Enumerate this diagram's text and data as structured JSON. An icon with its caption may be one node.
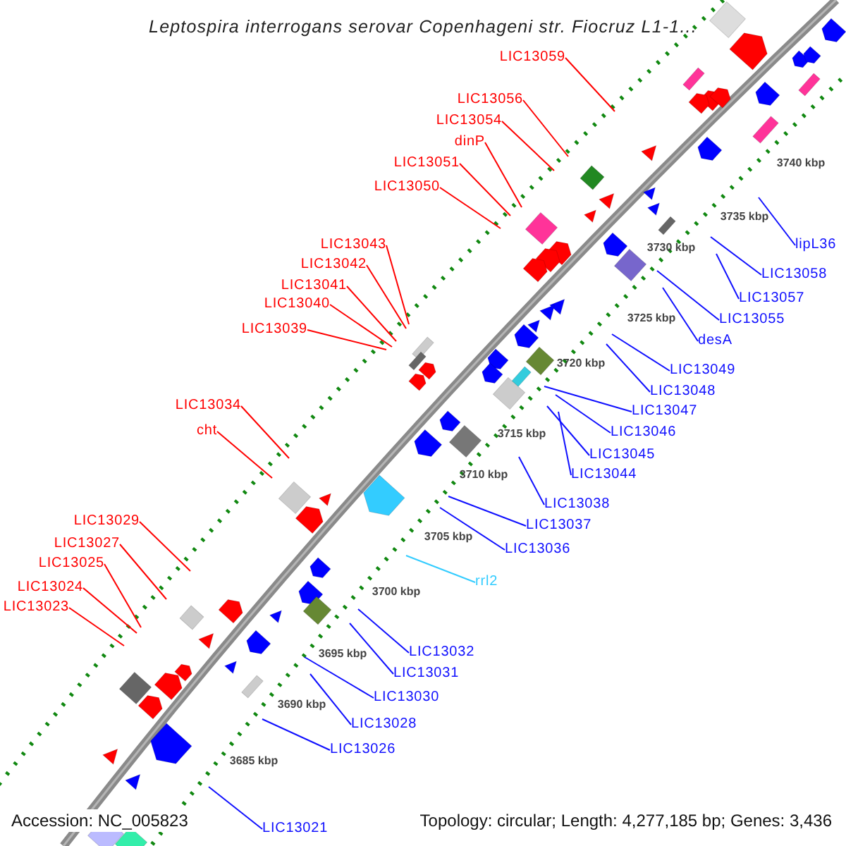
{
  "diagram": {
    "title": "Leptospira interrogans serovar Copenhageni str. Fiocruz L1-1...",
    "nodes": [
      {
        "text": [
          "LIC13059"
        ]
      },
      {
        "text": [
          "LIC13056"
        ]
      },
      {
        "text": [
          "LIC13054"
        ]
      },
      {
        "text": [
          "dinP"
        ]
      },
      {
        "text": [
          "LIC13051"
        ]
      },
      {
        "text": [
          "LIC13050"
        ]
      },
      {
        "text": [
          "LIC13043"
        ]
      },
      {
        "text": [
          "lipL36"
        ]
      },
      {
        "text": [
          "LIC13042"
        ]
      },
      {
        "text": [
          "LIC13058"
        ]
      },
      {
        "text": [
          "LIC13041"
        ]
      },
      {
        "text": [
          "LIC13057"
        ]
      },
      {
        "text": [
          "LIC13040"
        ]
      },
      {
        "text": [
          "LIC13055"
        ]
      },
      {
        "text": [
          "LIC13039"
        ]
      },
      {
        "text": [
          "desA"
        ]
      },
      {
        "text": [
          "LIC13049"
        ]
      },
      {
        "text": [
          "LIC13048"
        ]
      },
      {
        "text": [
          "LIC13034"
        ]
      },
      {
        "text": [
          "LIC13047"
        ]
      },
      {
        "text": [
          "cht"
        ]
      },
      {
        "text": [
          "LIC13046"
        ]
      },
      {
        "text": [
          "LIC13045"
        ]
      },
      {
        "text": [
          "LIC13044"
        ]
      },
      {
        "text": [
          "LIC13038"
        ]
      },
      {
        "text": [
          "LIC13029"
        ]
      },
      {
        "text": [
          "LIC13037"
        ]
      },
      {
        "text": [
          "LIC13027"
        ]
      },
      {
        "text": [
          "LIC13036"
        ]
      },
      {
        "text": [
          "LIC13025"
        ]
      },
      {
        "text": [
          "rrl2"
        ]
      },
      {
        "text": [
          "LIC13024"
        ]
      },
      {
        "text": [
          "LIC13023"
        ]
      },
      {
        "text": [
          "LIC13032"
        ]
      },
      {
        "text": [
          "LIC13031"
        ]
      },
      {
        "text": [
          "LIC13030"
        ]
      },
      {
        "text": [
          "LIC13028"
        ]
      },
      {
        "text": [
          "LIC13026"
        ]
      },
      {
        "text": [
          "LIC13021"
        ]
      }
    ],
    "edges": [
      {
        "from": 0,
        "to": null,
        "arrow": "none",
        "color": "#ff0000"
      },
      {
        "from": 1,
        "to": null,
        "arrow": "none",
        "color": "#ff0000"
      },
      {
        "from": 2,
        "to": null,
        "arrow": "none",
        "color": "#ff0000"
      },
      {
        "from": 3,
        "to": null,
        "arrow": "none",
        "color": "#ff0000"
      },
      {
        "from": 4,
        "to": null,
        "arrow": "none",
        "color": "#ff0000"
      },
      {
        "from": 5,
        "to": null,
        "arrow": "none",
        "color": "#ff0000"
      },
      {
        "from": 6,
        "to": null,
        "arrow": "none",
        "color": "#ff0000"
      },
      {
        "from": 7,
        "to": null,
        "arrow": "none"
      },
      {
        "from": 8,
        "to": null,
        "arrow": "none",
        "color": "#ff0000"
      },
      {
        "from": 9,
        "to": null,
        "arrow": "none"
      },
      {
        "from": 10,
        "to": null,
        "arrow": "none",
        "color": "#ff0000"
      },
      {
        "from": 11,
        "to": null,
        "arrow": "none"
      },
      {
        "from": 12,
        "to": null,
        "arrow": "none",
        "color": "#ff0000"
      },
      {
        "from": 13,
        "to": null,
        "arrow": "none"
      },
      {
        "from": 14,
        "to": null,
        "arrow": "none",
        "color": "#ff0000"
      },
      {
        "from": 15,
        "to": null,
        "arrow": "none"
      },
      {
        "from": 16,
        "to": null,
        "arrow": "none"
      },
      {
        "from": 17,
        "to": null,
        "arrow": "none"
      },
      {
        "from": 18,
        "to": null,
        "arrow": "none",
        "color": "#ff0000"
      },
      {
        "from": 19,
        "to": null,
        "arrow": "none"
      },
      {
        "from": 20,
        "to": null,
        "arrow": "none",
        "color": "#ff0000"
      },
      {
        "from": 21,
        "to": null,
        "arrow": "none"
      },
      {
        "from": 22,
        "to": null,
        "arrow": "none"
      },
      {
        "from": 23,
        "to": null,
        "arrow": "none"
      },
      {
        "from": 24,
        "to": null,
        "arrow": "none"
      },
      {
        "from": 25,
        "to": null,
        "arrow": "none",
        "color": "#ff0000"
      },
      {
        "from": 26,
        "to": null,
        "arrow": "none"
      },
      {
        "from": 27,
        "to": null,
        "arrow": "none",
        "color": "#ff0000"
      },
      {
        "from": 28,
        "to": null,
        "arrow": "none"
      },
      {
        "from": 29,
        "to": null,
        "arrow": "none",
        "color": "#ff0000"
      },
      {
        "from": 30,
        "to": null,
        "arrow": "none",
        "color": "#33ccff"
      },
      {
        "from": 31,
        "to": null,
        "arrow": "none",
        "color": "#ff0000"
      },
      {
        "from": 32,
        "to": null,
        "arrow": "none",
        "color": "#ff0000"
      },
      {
        "from": 33,
        "to": null,
        "arrow": "none"
      },
      {
        "from": 34,
        "to": null,
        "arrow": "none"
      },
      {
        "from": 35,
        "to": null,
        "arrow": "none"
      },
      {
        "from": 36,
        "to": null,
        "arrow": "none"
      },
      {
        "from": 37,
        "to": null,
        "arrow": "none"
      },
      {
        "from": 38,
        "to": null,
        "arrow": "none"
      }
    ],
    "labels": [
      "3740 kbp",
      "3735 kbp",
      "3730 kbp",
      "3725 kbp",
      "3720 kbp",
      "3715 kbp",
      "3710 kbp",
      "3705 kbp",
      "3700 kbp",
      "3695 kbp",
      "3690 kbp",
      "3685 kbp",
      "Accession: NC_005823",
      "Topology: circular; Length: 4,277,185 bp; Genes: 3,436"
    ]
  }
}
